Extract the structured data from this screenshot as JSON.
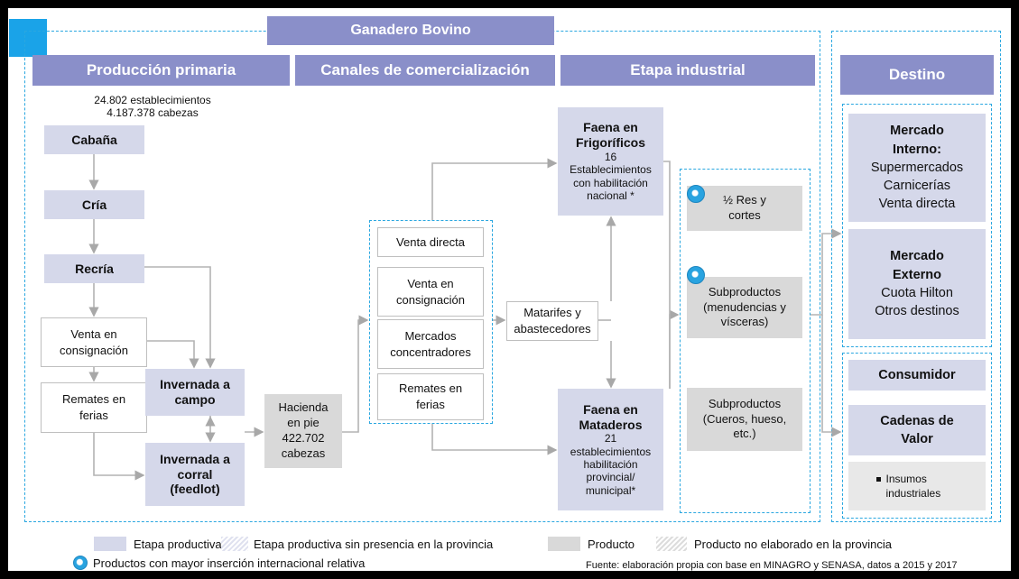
{
  "title": "Ganadero Bovino",
  "headers": {
    "primaria": "Producción primaria",
    "canales": "Canales de comercialización",
    "industrial": "Etapa industrial",
    "destino": "Destino"
  },
  "primaria": {
    "establecimientos": "24.802 establecimientos",
    "cabezas": "4.187.378 cabezas",
    "cabana": "Cabaña",
    "cria": "Cría",
    "recria": "Recría",
    "venta_consignacion": "Venta en consignación",
    "remates_ferias": "Remates en ferias",
    "invernada_campo": "Invernada a campo",
    "invernada_corral_1": "Invernada a",
    "invernada_corral_2": "corral",
    "invernada_corral_3": "(feedlot)",
    "hacienda": "Hacienda en pie",
    "hacienda_num": "422.702",
    "hacienda_unit": "cabezas"
  },
  "canales": {
    "venta_directa": "Venta directa",
    "venta_consignacion": "Venta en consignación",
    "mercados": "Mercados concentradores",
    "remates": "Remates en ferias",
    "matarifes": "Matarifes y abastecedores"
  },
  "industrial": {
    "frig_title": "Faena en Frigoríficos",
    "frig_num": "16",
    "frig_desc": "Establecimientos con habilitación nacional *",
    "mat_title": "Faena en Mataderos",
    "mat_num": "21",
    "mat_desc": "establecimientos habilitación provincial/ municipal*",
    "prod1": "½ Res y cortes",
    "prod2": "Subproductos (menudencias y vísceras)",
    "prod3": "Subproductos (Cueros, hueso, etc.)"
  },
  "destino": {
    "mi_title": "Mercado Interno:",
    "mi_items": [
      "Supermercados",
      "Carnicerías",
      "Venta directa"
    ],
    "me_title": "Mercado Externo",
    "me_items": [
      "Cuota Hilton",
      "Otros destinos"
    ],
    "consumidor": "Consumidor",
    "cadenas": "Cadenas de Valor",
    "insumos": "Insumos industriales"
  },
  "legend": {
    "etapa": "Etapa productiva",
    "etapa_sin": "Etapa productiva sin presencia en la provincia",
    "producto": "Producto",
    "producto_no": "Producto no elaborado en la provincia",
    "intl": "Productos con mayor inserción internacional relativa"
  },
  "fuente": "Fuente: elaboración propia con base en MINAGRO y SENASA, datos a 2015 y 2017",
  "colors": {
    "header": "#8a8fc9",
    "stage": "#d5d8ea",
    "product": "#d9d9d9",
    "dashed": "#2aa7e0",
    "corner": "#1aa3e8"
  }
}
